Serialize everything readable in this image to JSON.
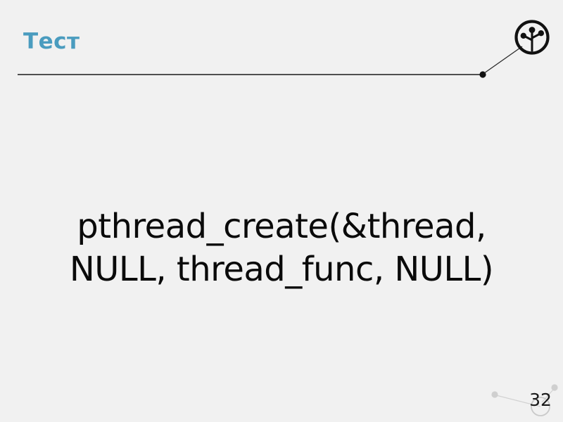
{
  "slide": {
    "background_color": "#f1f1f1",
    "title": "Тест",
    "title_color": "#4a9cbf",
    "body_text": "pthread_create(&thread, NULL, thread_func, NULL)",
    "body_color": "#0a0a0a",
    "page_number": "32",
    "rule_color": "#1a1a1a",
    "deco_color": "#cfcfcf"
  },
  "logo": {
    "name": "tree-branch-circle-logo",
    "color": "#111111"
  }
}
